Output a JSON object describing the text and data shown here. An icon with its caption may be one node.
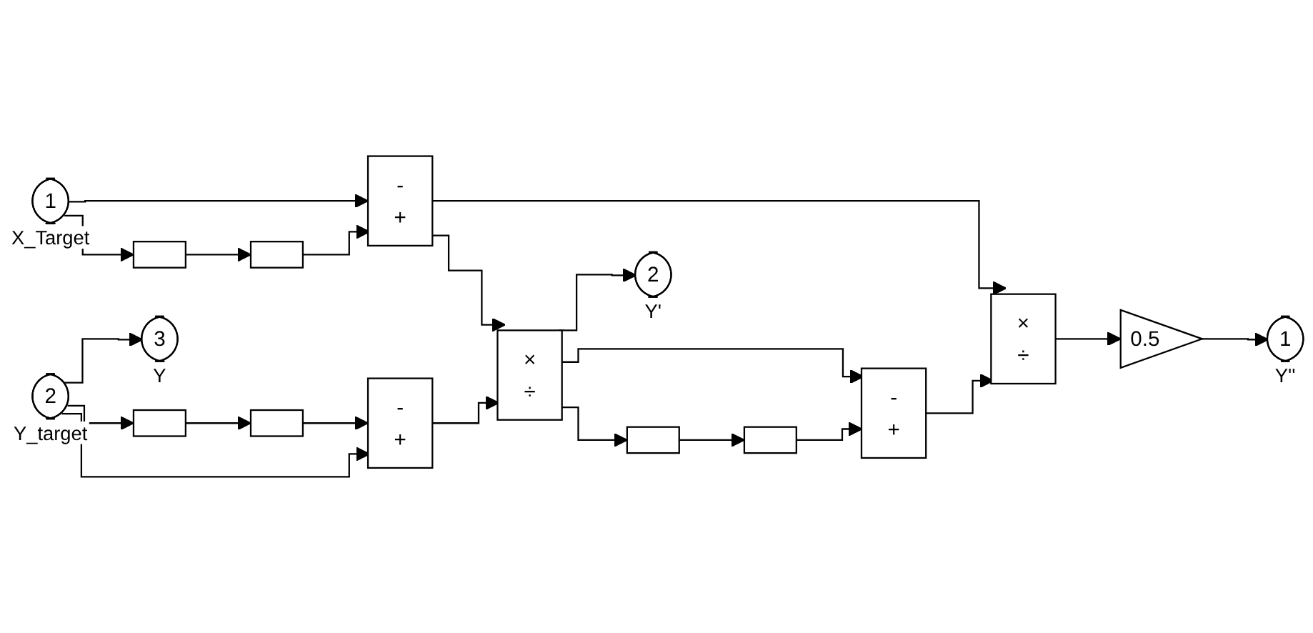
{
  "diagram": {
    "nodes": [
      {
        "text": [
          "1"
        ],
        "beside": [
          "X_Target"
        ]
      },
      {
        "text": [
          "2"
        ],
        "beside": [
          "Y_target"
        ]
      },
      {
        "text": [],
        "shape": "box"
      },
      {
        "text": [],
        "shape": "box"
      },
      {
        "text": [
          "-",
          "+"
        ]
      },
      {
        "text": [],
        "shape": "box"
      },
      {
        "text": [],
        "shape": "box"
      },
      {
        "text": [
          "-",
          "+"
        ]
      },
      {
        "text": [
          "×",
          "÷"
        ]
      },
      {
        "text": [],
        "shape": "box"
      },
      {
        "text": [],
        "shape": "box"
      },
      {
        "text": [
          "-",
          "+"
        ]
      },
      {
        "text": [
          "×",
          "÷"
        ]
      },
      {
        "text": [
          "0.5"
        ]
      },
      {
        "text": [
          "1"
        ],
        "beside": [
          "Y''"
        ]
      },
      {
        "text": [
          "2"
        ],
        "beside": [
          "Y'"
        ]
      },
      {
        "text": [
          "3"
        ],
        "beside": [
          "Y"
        ]
      }
    ],
    "edges": [
      {
        "from": 0,
        "to": 4,
        "arrow": "to"
      },
      {
        "from": 0,
        "to": 2,
        "arrow": "to"
      },
      {
        "from": 2,
        "to": 3,
        "arrow": "to"
      },
      {
        "from": 3,
        "to": 4,
        "arrow": "to"
      },
      {
        "from": 4,
        "to": 12,
        "arrow": "to"
      },
      {
        "from": 4,
        "to": 8,
        "arrow": "to"
      },
      {
        "from": 1,
        "to": 16,
        "arrow": "to"
      },
      {
        "from": 1,
        "to": 5,
        "arrow": "to"
      },
      {
        "from": 5,
        "to": 6,
        "arrow": "to"
      },
      {
        "from": 6,
        "to": 7,
        "arrow": "to"
      },
      {
        "from": 1,
        "to": 7,
        "arrow": "to"
      },
      {
        "from": 7,
        "to": 8,
        "arrow": "to"
      },
      {
        "from": 8,
        "to": 15,
        "arrow": "to"
      },
      {
        "from": 8,
        "to": 9,
        "arrow": "to"
      },
      {
        "from": 8,
        "to": 11,
        "arrow": "to"
      },
      {
        "from": 9,
        "to": 10,
        "arrow": "to"
      },
      {
        "from": 10,
        "to": 11,
        "arrow": "to"
      },
      {
        "from": 11,
        "to": 12,
        "arrow": "to"
      },
      {
        "from": 12,
        "to": 13,
        "arrow": "to"
      },
      {
        "from": 13,
        "to": 14,
        "arrow": "to"
      }
    ]
  }
}
